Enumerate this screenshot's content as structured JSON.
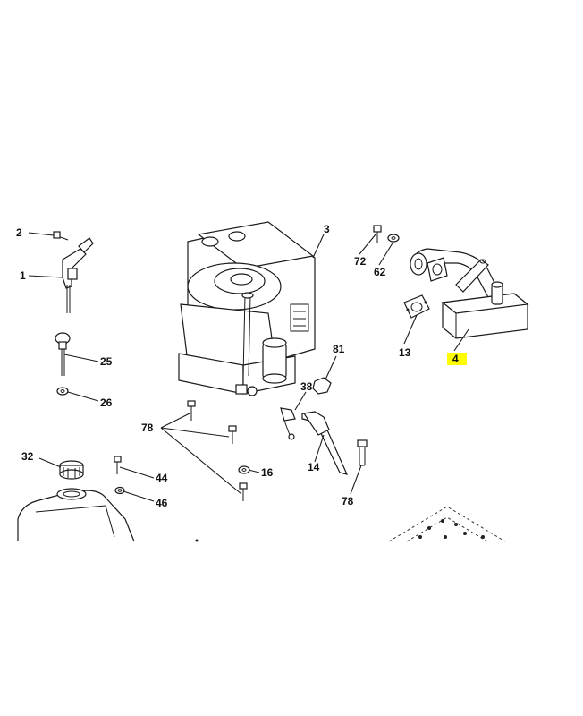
{
  "diagram": {
    "highlight_color": "#ffff00",
    "line_color": "#1a1a1a",
    "callouts": [
      {
        "id": "2",
        "label": "2"
      },
      {
        "id": "1",
        "label": "1"
      },
      {
        "id": "25",
        "label": "25"
      },
      {
        "id": "26",
        "label": "26"
      },
      {
        "id": "3",
        "label": "3"
      },
      {
        "id": "72",
        "label": "72"
      },
      {
        "id": "62",
        "label": "62"
      },
      {
        "id": "13",
        "label": "13"
      },
      {
        "id": "4",
        "label": "4",
        "highlighted": true
      },
      {
        "id": "81",
        "label": "81"
      },
      {
        "id": "38",
        "label": "38"
      },
      {
        "id": "78a",
        "label": "78"
      },
      {
        "id": "16",
        "label": "16"
      },
      {
        "id": "14",
        "label": "14"
      },
      {
        "id": "78b",
        "label": "78"
      },
      {
        "id": "32",
        "label": "32"
      },
      {
        "id": "44",
        "label": "44"
      },
      {
        "id": "46",
        "label": "46"
      }
    ]
  }
}
